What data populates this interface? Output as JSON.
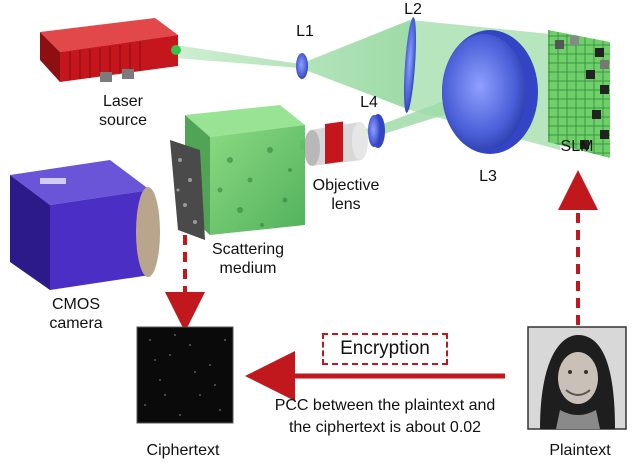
{
  "labels": {
    "laser": "Laser\nsource",
    "l1": "L1",
    "l2": "L2",
    "l3": "L3",
    "l4": "L4",
    "slm": "SLM",
    "objective": "Objective\nlens",
    "scattering": "Scattering\nmedium",
    "cmos": "CMOS\ncamera",
    "ciphertext": "Ciphertext",
    "plaintext": "Plaintext"
  },
  "encryption": {
    "label": "Encryption",
    "pcc_note": "PCC between the plaintext and\nthe ciphertext is about 0.02"
  },
  "colors": {
    "arrow": "#c0181c",
    "beam": "#8fd69a",
    "laser_body": "#c4161c",
    "camera_body": "#4b2fc4",
    "medium": "#5ec45a",
    "lens": "#5a6ee0"
  },
  "icons": {
    "plaintext_image": "face-portrait-icon",
    "ciphertext_image": "speckle-pattern-icon"
  }
}
